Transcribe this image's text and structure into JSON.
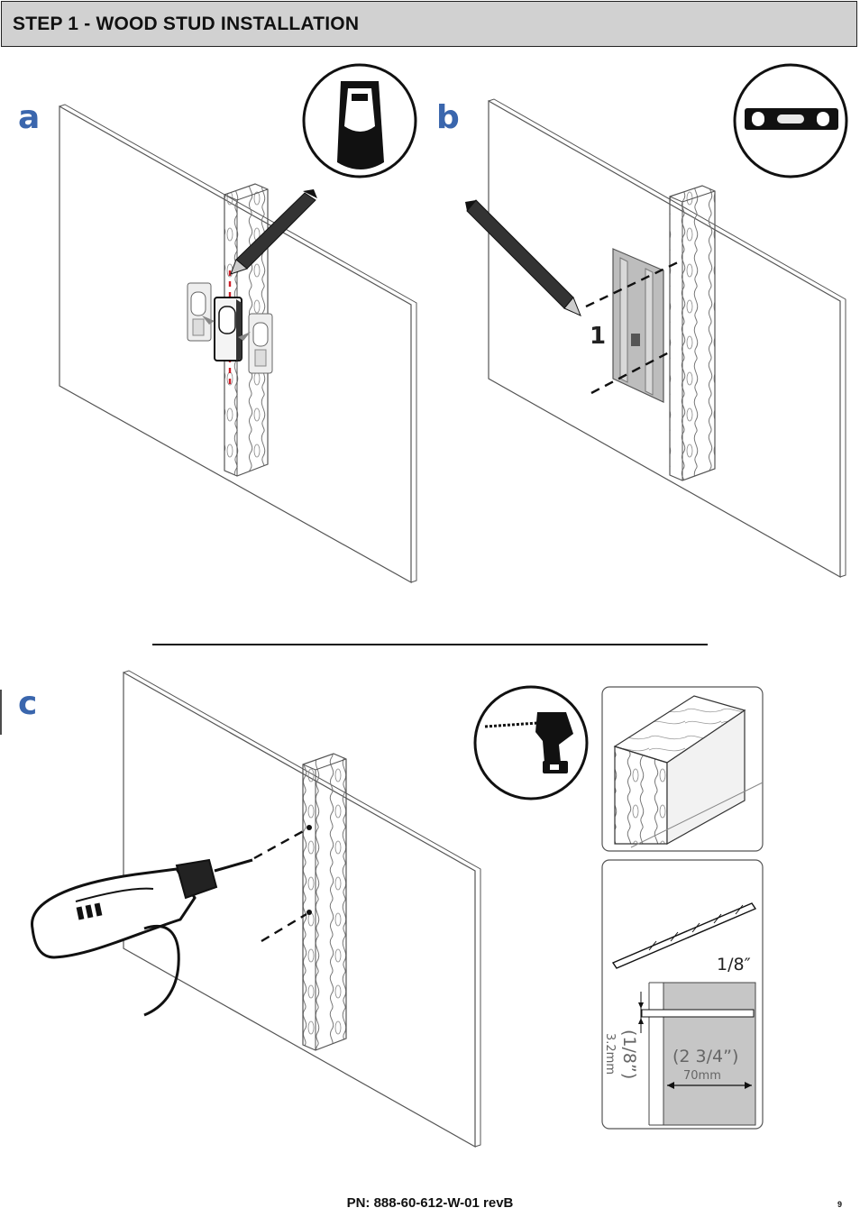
{
  "header": {
    "title": "STEP 1 - WOOD STUD INSTALLATION"
  },
  "panels": {
    "a": {
      "letter": "a"
    },
    "b": {
      "letter": "b",
      "callout": "1"
    },
    "c": {
      "letter": "c"
    }
  },
  "drill_bit": {
    "size": "1/8″",
    "depth_imperial": "(2 3/4”)",
    "depth_metric": "70mm",
    "bit_imperial": "(1/8”)",
    "bit_metric": "3.2mm"
  },
  "footer": {
    "part_number": "PN: 888-60-612-W-01 revB",
    "page": "9"
  },
  "colors": {
    "accent_letter": "#3a66ad",
    "header_bg": "#d1d1d1",
    "guide_red": "#d0202a",
    "shade": "#c6c6c6"
  }
}
